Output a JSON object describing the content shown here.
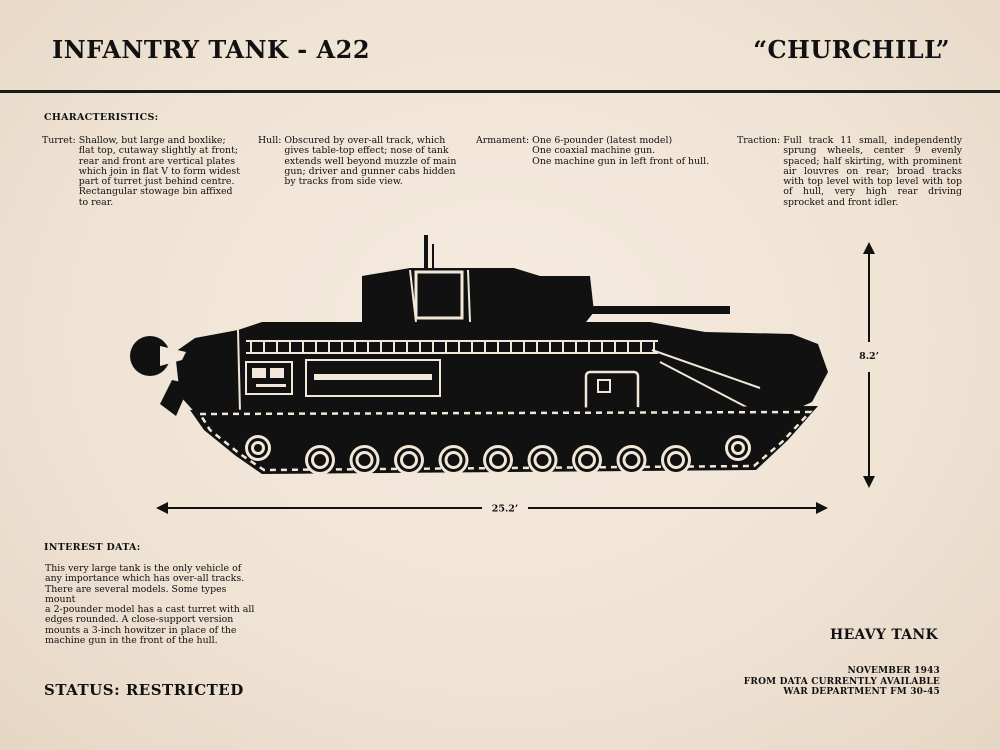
{
  "header": {
    "title_left": "INFANTRY TANK - A22",
    "title_right": "“CHURCHILL”"
  },
  "characteristics": {
    "heading": "CHARACTERISTICS:",
    "turret": {
      "label": "Turret:",
      "text": "Shallow, but large and boxlike;\nflat top, cutaway slightly at front;\nrear and front are vertical plates\nwhich join in flat V to form widest\npart of turret just behind centre.\nRectangular stowage bin affixed\nto rear."
    },
    "hull": {
      "label": "Hull:",
      "text": "Obscured by over-all track, which\ngives table-top effect; nose of tank\nextends well beyond muzzle of main\ngun; driver and gunner cabs hidden\nby tracks from side view."
    },
    "armament": {
      "label": "Armament:",
      "text": "One 6-pounder (latest model)\nOne coaxial machine gun.\nOne machine gun in left front of hull."
    },
    "traction": {
      "label": "Traction:",
      "text": "Full track 11 small, independently sprung wheels, center 9 evenly spaced; half skirting, with prominent air louvres on rear; broad tracks with top level with top level with top of hull, very high rear driving sprocket and front idler."
    }
  },
  "interest": {
    "heading": "INTEREST DATA:",
    "text": "This very large tank is the only vehicle of\nany importance which has over-all tracks.\nThere are several models. Some types mount\na 2-pounder model has a cast turret with all\nedges rounded. A close-support version\nmounts a 3-inch howitzer in place of the\nmachine gun in the front of the hull."
  },
  "status": "STATUS: RESTRICTED",
  "classification": "HEAVY TANK",
  "footer": {
    "line1": "NOVEMBER 1943",
    "line2": "FROM DATA CURRENTLY AVAILABLE",
    "line3": "WAR DEPARTMENT FM 30-45"
  },
  "dimensions": {
    "length": "25.2’",
    "height": "8.2’"
  },
  "colors": {
    "paper": "#f1e6d8",
    "ink": "#111111"
  }
}
